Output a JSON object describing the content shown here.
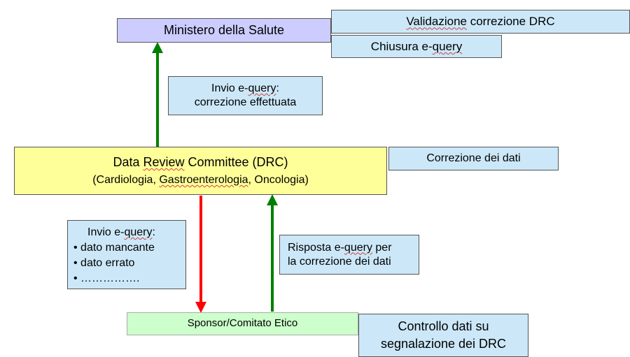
{
  "ministero": {
    "label": "Ministero della Salute"
  },
  "validazione": {
    "text_pre": "",
    "text_sq": "Validazione",
    "text_post": " correzione DRC"
  },
  "chiusura": {
    "text_pre": "Chiusura e-",
    "text_sq": "query",
    "text_post": ""
  },
  "invio_top": {
    "line1_pre": "Invio e-",
    "line1_sq": "query",
    "line1_post": ":",
    "line2": "correzione effettuata"
  },
  "drc": {
    "title_pre": "Data ",
    "title_sq": "Review",
    "title_post": " Committee (DRC)",
    "subtitle_pre": "(Cardiologia,  ",
    "subtitle_sq": "Gastroenterologia",
    "subtitle_post": ", Oncologia)"
  },
  "correzione": {
    "label": "Correzione dei dati"
  },
  "invio_left": {
    "line1_pre": "Invio e-",
    "line1_sq": "query",
    "line1_post": ":",
    "bullets": [
      "• dato mancante",
      "• dato errato",
      "•   ……………."
    ]
  },
  "risposta": {
    "line1_pre": "Risposta e-",
    "line1_sq": "query",
    "line1_post": " per",
    "line2": "la correzione dei dati"
  },
  "sponsor": {
    "label": "Sponsor/Comitato Etico"
  },
  "controllo": {
    "line1": "Controllo dati su",
    "line2": "segnalazione dei DRC"
  },
  "colors": {
    "ministero_fill": "#ccccff",
    "blue_fill": "#cce8f8",
    "drc_fill": "#ffff99",
    "sponsor_fill": "#ccffcc",
    "arrow_green": "#008000",
    "arrow_red": "#ff0000"
  }
}
